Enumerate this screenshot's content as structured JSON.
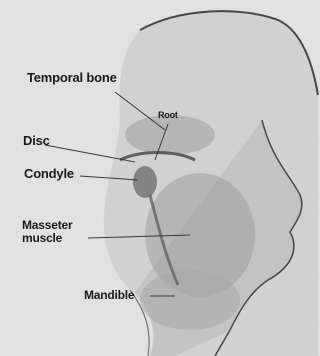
{
  "labels": {
    "temporal_bone": "Temporal bone",
    "root": "Root",
    "disc": "Disc",
    "condyle": "Condyle",
    "masseter_muscle": "Masseter muscle",
    "mandible": "Mandible"
  },
  "colors": {
    "background": "#e6e6e6",
    "head_outline": "#3a3a3a",
    "shading": "#8a8a8a",
    "leader_line": "#2a2a2a"
  }
}
